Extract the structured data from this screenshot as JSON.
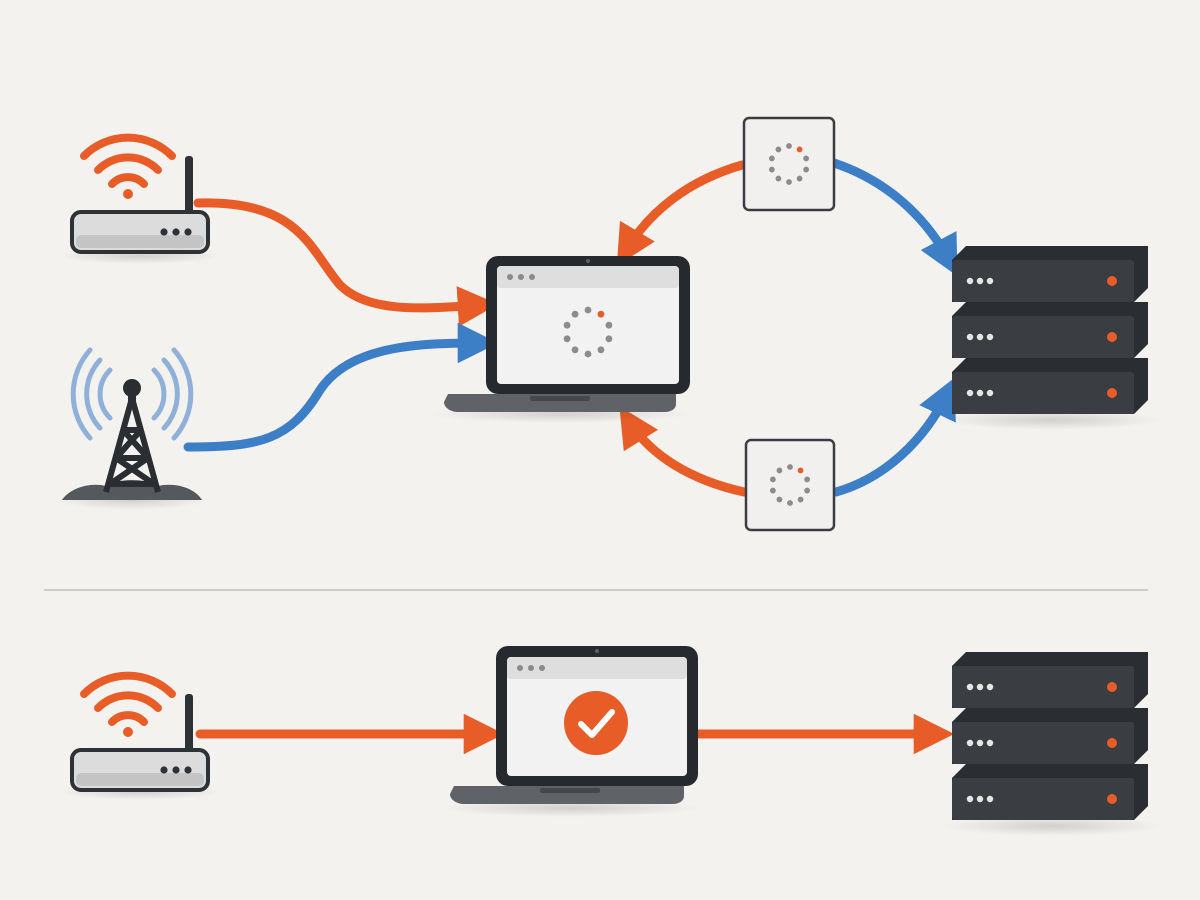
{
  "colors": {
    "background": "#f4f2ef",
    "wifi_link": "#e85d27",
    "cellular_link": "#3d7fc6",
    "device_dark": "#3a3d42",
    "device_bezel": "#26292d",
    "screen": "#f2f2f2",
    "router_body": "#dcdcdc",
    "divider": "#cfcdca",
    "spinner_dot": "#8c8c8c",
    "spinner_accent": "#e85d27",
    "check_badge": "#e85d27"
  },
  "top_scenario": {
    "sources": [
      {
        "kind": "wifi-router",
        "icon": "wifi-icon",
        "link_color": "wifi_link"
      },
      {
        "kind": "cell-tower",
        "icon": "cell-signal-icon",
        "link_color": "cellular_link"
      }
    ],
    "client": {
      "kind": "laptop",
      "state": "loading",
      "icon": "loading-spinner-icon"
    },
    "server": {
      "kind": "server-stack",
      "units": 3
    },
    "relay_boxes": [
      {
        "state": "loading",
        "icon": "loading-spinner-icon"
      },
      {
        "state": "loading",
        "icon": "loading-spinner-icon"
      }
    ]
  },
  "bottom_scenario": {
    "sources": [
      {
        "kind": "wifi-router",
        "icon": "wifi-icon",
        "link_color": "wifi_link"
      }
    ],
    "client": {
      "kind": "laptop",
      "state": "success",
      "icon": "checkmark-icon"
    },
    "server": {
      "kind": "server-stack",
      "units": 3
    }
  }
}
